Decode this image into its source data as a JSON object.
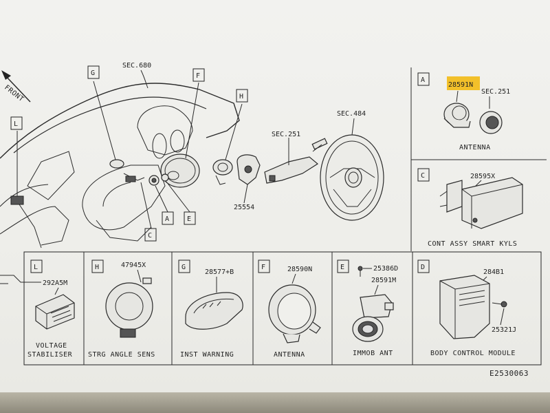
{
  "callouts": {
    "sec680": "SEC.680",
    "sec251_main": "SEC.251",
    "sec484": "SEC.484",
    "front": "FRONT",
    "part_25554": "25554"
  },
  "letters": {
    "G": "G",
    "F": "F",
    "H": "H",
    "L": "L",
    "A": "A",
    "E": "E",
    "C": "C"
  },
  "detail_a": {
    "letter": "A",
    "part1": "28591N",
    "part2": "SEC.251",
    "caption": "ANTENNA",
    "highlight": "#f2c02a"
  },
  "detail_c": {
    "letter": "C",
    "part": "28595X",
    "caption": "CONT ASSY SMART KYLS"
  },
  "details_bottom": [
    {
      "letter": "L",
      "part": "292A5M",
      "caption_line1": "VOLTAGE",
      "caption_line2": "STABILISER"
    },
    {
      "letter": "H",
      "part": "47945X",
      "caption": "STRG ANGLE SENS"
    },
    {
      "letter": "G",
      "part": "28577+B",
      "caption": "INST WARNING"
    },
    {
      "letter": "F",
      "part": "28590N",
      "caption": "ANTENNA"
    },
    {
      "letter": "E",
      "part1": "25386D",
      "part2": "28591M",
      "caption": "IMMOB ANT"
    },
    {
      "letter": "D",
      "part1": "284B1",
      "part2": "25321J",
      "caption": "BODY CONTROL MODULE"
    }
  ],
  "figure_code": "E2530063"
}
